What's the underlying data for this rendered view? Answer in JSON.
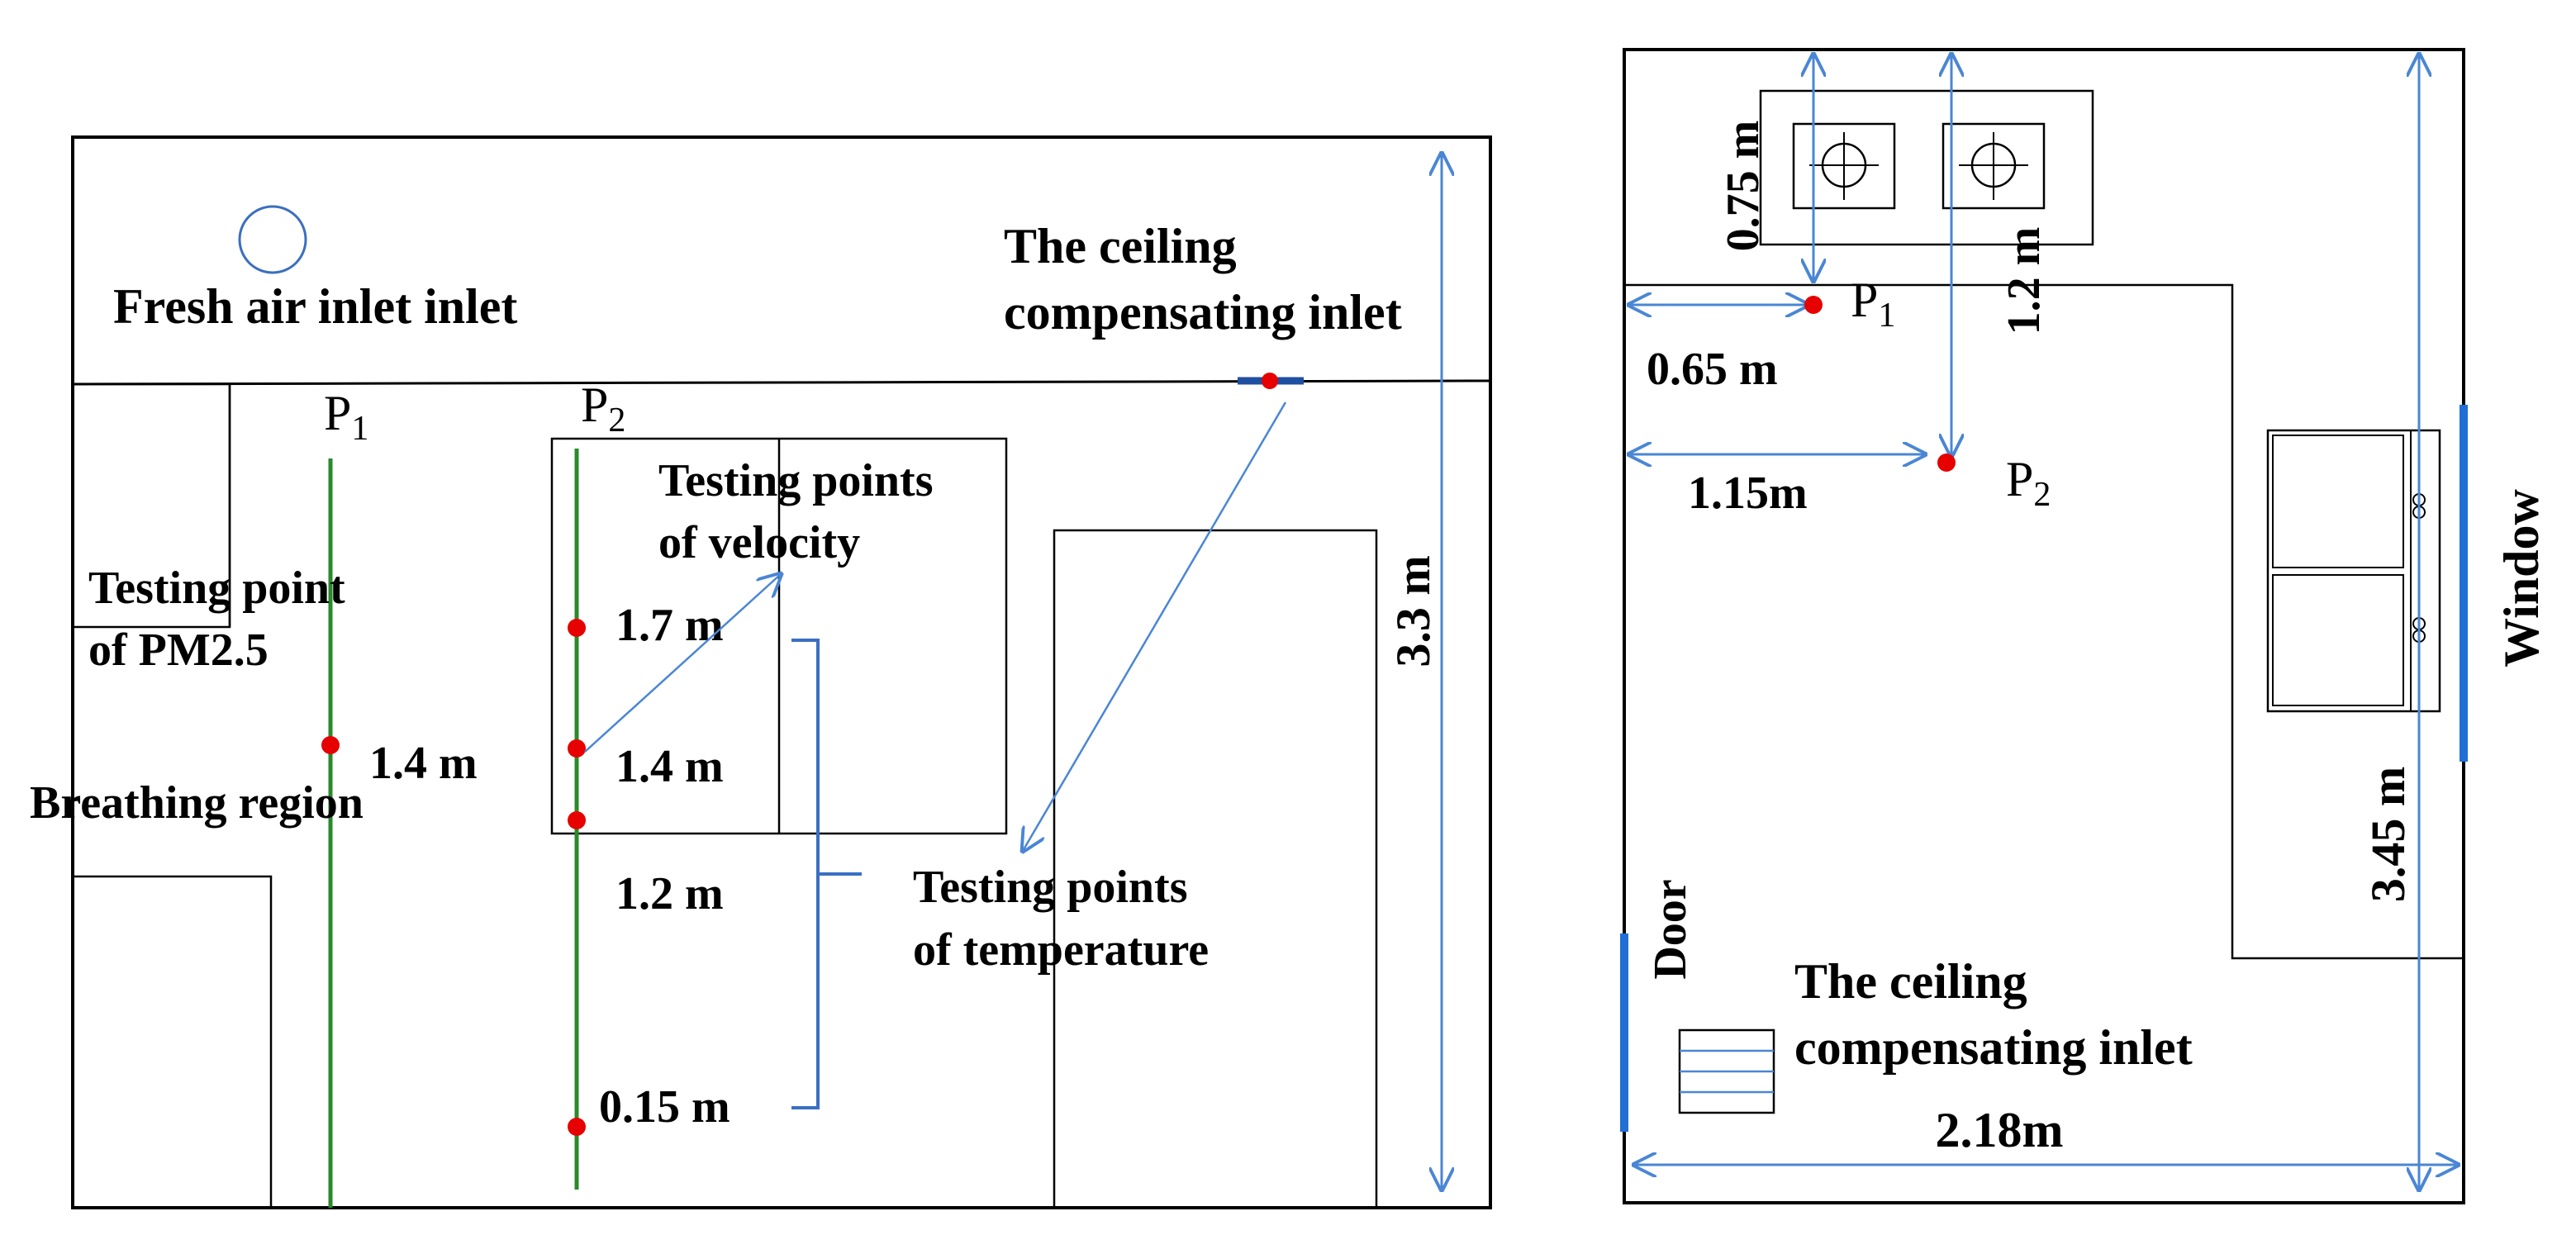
{
  "colors": {
    "line": "#000000",
    "arrow": "#4a86d4",
    "green": "#2a8a2a",
    "point": "#e60000",
    "blue_bar": "#1f6fd6",
    "bracket": "#3a6fc4"
  },
  "elevation": {
    "fresh_air_label": "Fresh air inlet inlet",
    "ceiling_label_line1": "The ceiling",
    "ceiling_label_line2": "compensating  inlet",
    "p1_label": "P",
    "p1_sub": "1",
    "p2_label": "P",
    "p2_sub": "2",
    "pm_label_line1": "Testing point",
    "pm_label_line2": "of PM2.5",
    "breathing_label": "Breathing region",
    "p1_height": "1.4 m",
    "velocity_label_line1": "Testing points",
    "velocity_label_line2": "of velocity",
    "h_17": "1.7 m",
    "h_14": "1.4 m",
    "h_12": "1.2 m",
    "h_015": "0.15 m",
    "temperature_label_line1": "Testing points",
    "temperature_label_line2": "of temperature",
    "room_height": "3.3 m"
  },
  "plan": {
    "d_075": "0.75 m",
    "d_12": "1.2 m",
    "d_065": "0.65 m",
    "d_115": "1.15m",
    "p1_label": "P",
    "p1_sub": "1",
    "p2_label": "P",
    "p2_sub": "2",
    "window_label": "Window",
    "length_label": "3.45 m",
    "door_label": "Door",
    "ceiling_label_line1": "The ceiling",
    "ceiling_label_line2": "compensating  inlet",
    "width_label": "2.18m"
  }
}
